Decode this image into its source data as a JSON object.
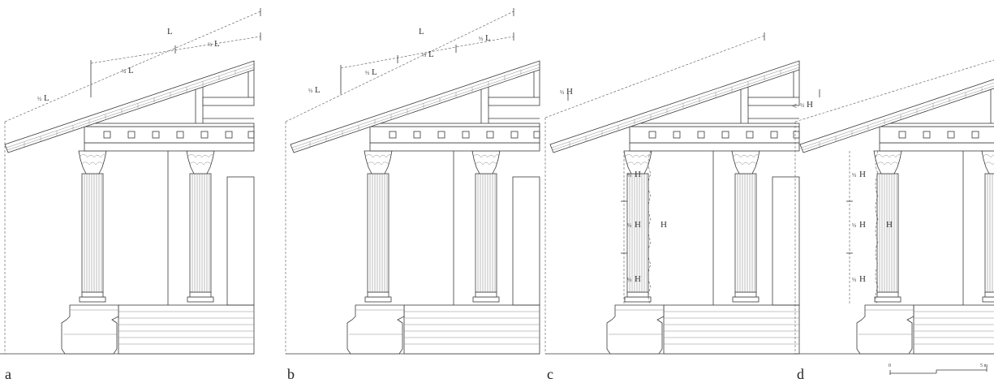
{
  "panels": [
    {
      "id": "a",
      "letter": "a",
      "labels": [
        {
          "text": "L",
          "role": "total"
        },
        {
          "frac": "½",
          "text": "L",
          "role": "upper-part"
        },
        {
          "frac": "½",
          "text": "L",
          "role": "middle-part"
        },
        {
          "frac": "½",
          "text": "L",
          "role": "lower-part"
        }
      ]
    },
    {
      "id": "b",
      "letter": "b",
      "labels": [
        {
          "text": "L",
          "role": "total"
        },
        {
          "frac": "⅓",
          "text": "L",
          "role": "upper-part"
        },
        {
          "frac": "⅓",
          "text": "L",
          "role": "middle-part"
        },
        {
          "frac": "⅓",
          "text": "L",
          "role": "lower-middle-part"
        },
        {
          "frac": "⅓",
          "text": "L",
          "role": "lower-part"
        }
      ]
    },
    {
      "id": "c",
      "letter": "c",
      "roof_label": {
        "frac": "⅓",
        "text": "H"
      },
      "column_labels": [
        {
          "frac": "⅓",
          "text": "H"
        },
        {
          "frac": "⅓",
          "text": "H"
        },
        {
          "frac": "⅓",
          "text": "H"
        }
      ],
      "height_label": "H"
    },
    {
      "id": "d",
      "letter": "d",
      "roof_label": {
        "prefix": "<",
        "frac": "⅓",
        "text": "H"
      },
      "column_labels": [
        {
          "frac": "⅓",
          "text": "H"
        },
        {
          "frac": "⅓",
          "text": "H"
        },
        {
          "frac": "⅓",
          "text": "H"
        }
      ],
      "height_label": "H"
    }
  ],
  "scale_bar": {
    "start": "0",
    "end": "5 m"
  }
}
